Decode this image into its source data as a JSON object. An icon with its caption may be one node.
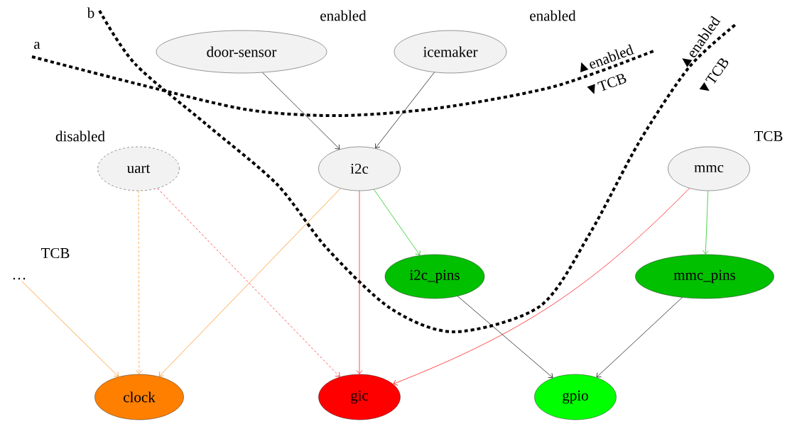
{
  "diagram": {
    "nodes": [
      {
        "text": [
          "door-sensor"
        ],
        "beside": [
          "enabled"
        ]
      },
      {
        "text": [
          "icemaker"
        ],
        "beside": [
          "enabled"
        ]
      },
      {
        "text": [
          "uart"
        ],
        "beside": [
          "disabled"
        ]
      },
      {
        "text": [
          "i2c"
        ]
      },
      {
        "text": [
          "mmc"
        ],
        "beside": [
          "TCB"
        ]
      },
      {
        "text": [
          "…"
        ],
        "beside": [
          "TCB"
        ]
      },
      {
        "text": [
          "i2c_pins"
        ]
      },
      {
        "text": [
          "mmc_pins"
        ]
      },
      {
        "text": [
          "clock"
        ]
      },
      {
        "text": [
          "gic"
        ]
      },
      {
        "text": [
          "gpio"
        ]
      }
    ],
    "edges": [
      {
        "from": 0,
        "to": 3,
        "arrow": "to"
      },
      {
        "from": 1,
        "to": 3,
        "arrow": "to"
      },
      {
        "from": 3,
        "to": 8,
        "arrow": "to",
        "color": "#ff8000"
      },
      {
        "from": 3,
        "to": 9,
        "arrow": "to",
        "color": "#ff0000"
      },
      {
        "from": 3,
        "to": 6,
        "arrow": "to",
        "color": "#00c000"
      },
      {
        "from": 2,
        "to": 8,
        "arrow": "to",
        "style": "dashed",
        "color": "#ff8000"
      },
      {
        "from": 2,
        "to": 9,
        "arrow": "to",
        "style": "dashed",
        "color": "#ff0000"
      },
      {
        "from": 5,
        "to": 8,
        "arrow": "to",
        "color": "#ff8000"
      },
      {
        "from": 4,
        "to": 9,
        "arrow": "to",
        "color": "#ff0000"
      },
      {
        "from": 4,
        "to": 7,
        "arrow": "to",
        "color": "#00c000"
      },
      {
        "from": 6,
        "to": 10,
        "arrow": "to"
      },
      {
        "from": 7,
        "to": 10,
        "arrow": "to"
      }
    ],
    "labels": [
      "b",
      "a",
      "enabled",
      "TCB",
      "enabled",
      "TCB"
    ]
  }
}
